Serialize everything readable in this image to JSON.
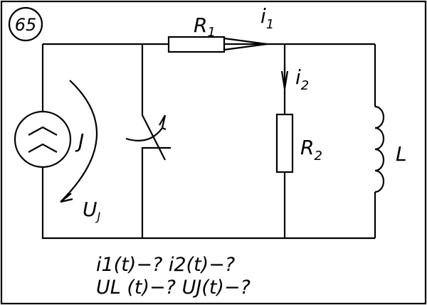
{
  "problem_number": "65",
  "labels": {
    "r1": "R",
    "r1_sub": "1",
    "i1": "i",
    "i1_sub": "1",
    "i2": "i",
    "i2_sub": "2",
    "r2": "R",
    "r2_sub": "2",
    "l": "L",
    "source": "J",
    "uj": "U",
    "uj_sub": "J"
  },
  "question": {
    "line1": "i1(t)−? i2(t)−?",
    "line2": "UL (t)−? UJ(t)−?"
  }
}
